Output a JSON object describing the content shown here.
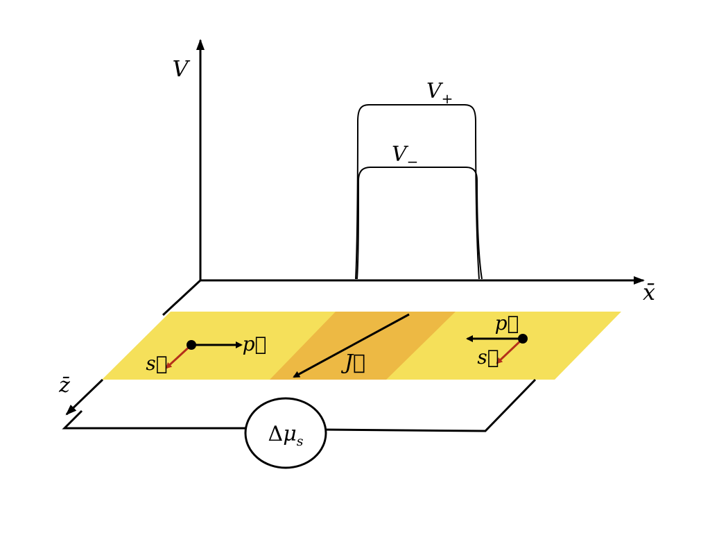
{
  "labels": {
    "axis_v": "V",
    "axis_x": "x̄",
    "axis_z": "z̄",
    "v_plus": "V",
    "v_plus_sub": "+",
    "v_minus": "V",
    "v_minus_sub": "−",
    "current": "J⃗",
    "momentum_left": "p⃗",
    "spin_left": "s⃗",
    "momentum_right": "p⃗",
    "spin_right": "s⃗",
    "source_delta": "Δ",
    "source_mu": "μ",
    "source_sub": "s"
  },
  "colors": {
    "line": "#000000",
    "strip": "#F5E05A",
    "channel": "#EDB944",
    "spin_arrow": "#B5301A"
  }
}
